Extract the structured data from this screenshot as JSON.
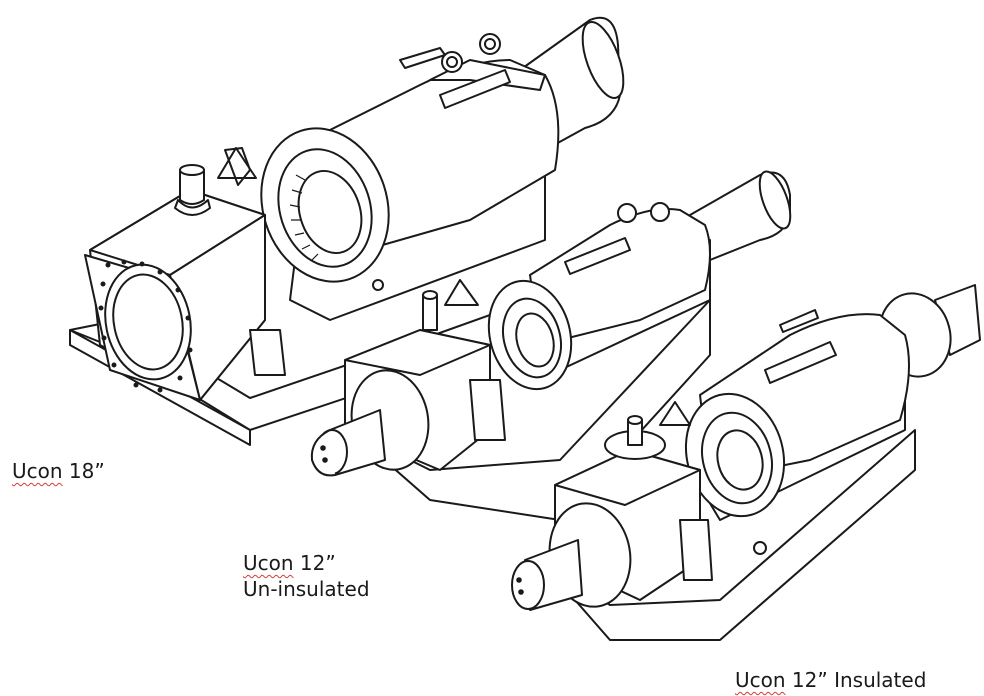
{
  "labels": {
    "ucon_18": {
      "word": "Ucon",
      "rest": " 18”"
    },
    "ucon_12_uninsulated": {
      "word": "Ucon",
      "rest": " 12”",
      "line2": "Un-insulated"
    },
    "ucon_12_insulated": {
      "word": "Ucon",
      "rest": " 12” Insulated"
    }
  },
  "colors": {
    "line": "#1a1a1a",
    "fill": "#ffffff",
    "spellcheck": "#d23c3c"
  }
}
